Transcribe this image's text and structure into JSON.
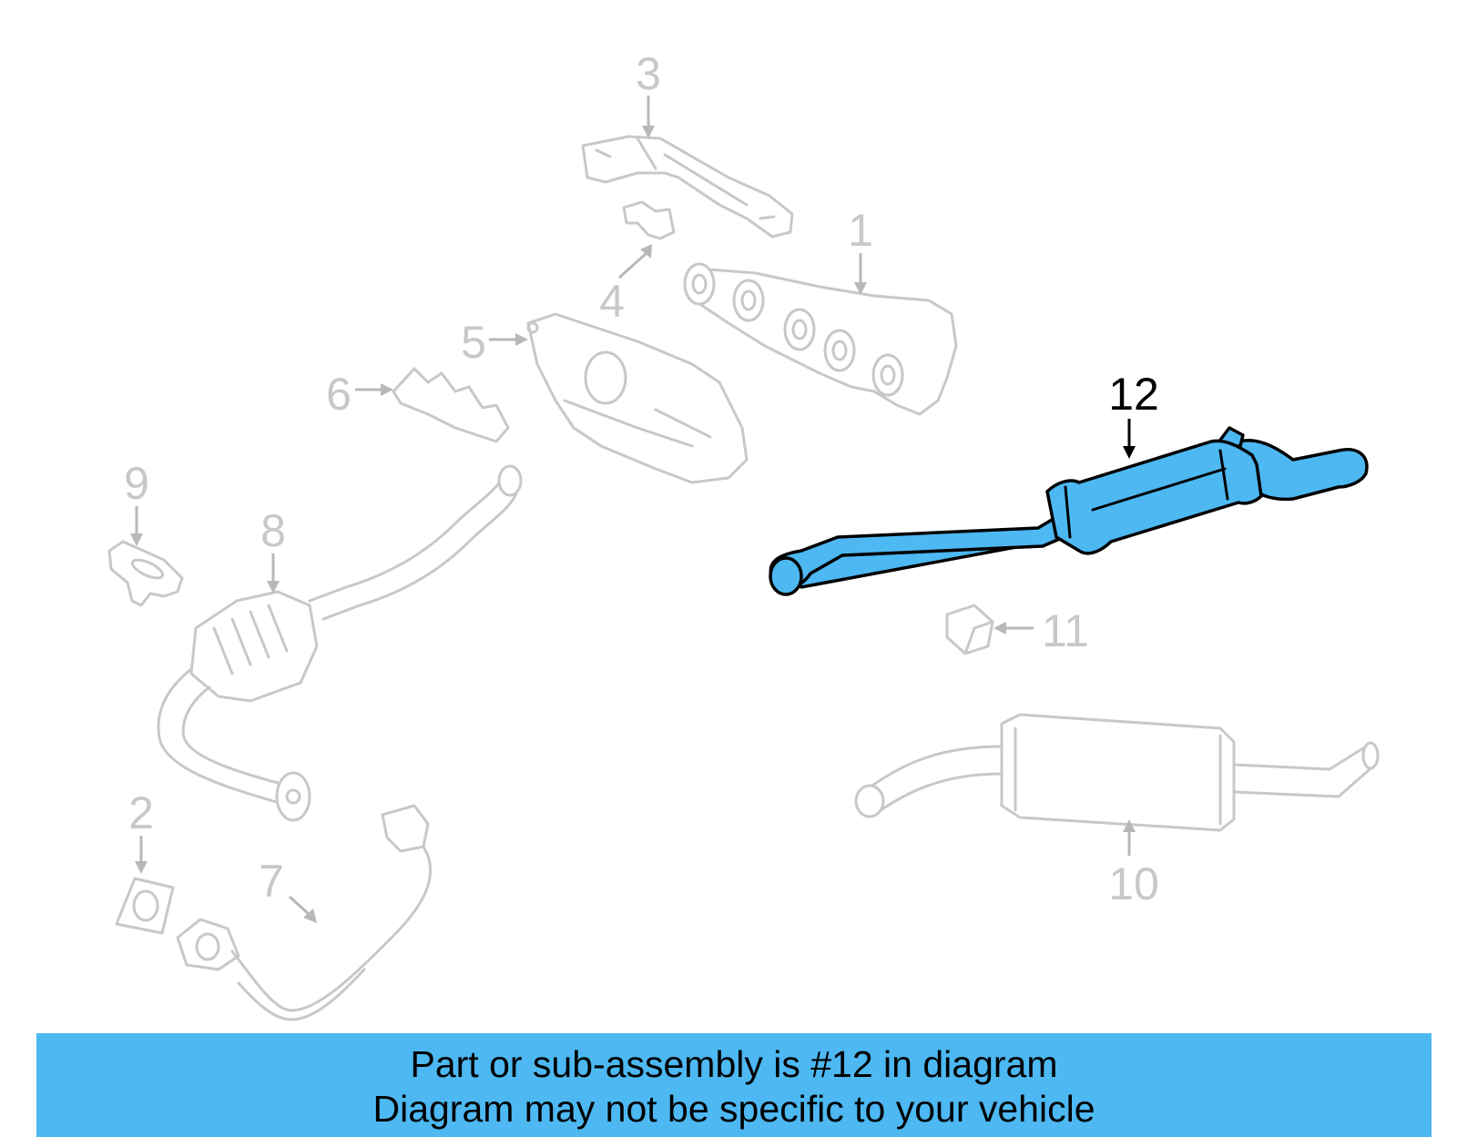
{
  "callouts": [
    {
      "id": "1",
      "label": "1",
      "highlighted": false
    },
    {
      "id": "2",
      "label": "2",
      "highlighted": false
    },
    {
      "id": "3",
      "label": "3",
      "highlighted": false
    },
    {
      "id": "4",
      "label": "4",
      "highlighted": false
    },
    {
      "id": "5",
      "label": "5",
      "highlighted": false
    },
    {
      "id": "6",
      "label": "6",
      "highlighted": false
    },
    {
      "id": "7",
      "label": "7",
      "highlighted": false
    },
    {
      "id": "8",
      "label": "8",
      "highlighted": false
    },
    {
      "id": "9",
      "label": "9",
      "highlighted": false
    },
    {
      "id": "10",
      "label": "10",
      "highlighted": false
    },
    {
      "id": "11",
      "label": "11",
      "highlighted": false
    },
    {
      "id": "12",
      "label": "12",
      "highlighted": true
    }
  ],
  "footer": {
    "line1": "Part or sub-assembly is #12 in diagram",
    "line2": "Diagram may not be specific to your vehicle"
  },
  "colors": {
    "highlight": "#4db8f2",
    "faded_part": "#c8c8c8",
    "banner": "#4db8f2"
  }
}
